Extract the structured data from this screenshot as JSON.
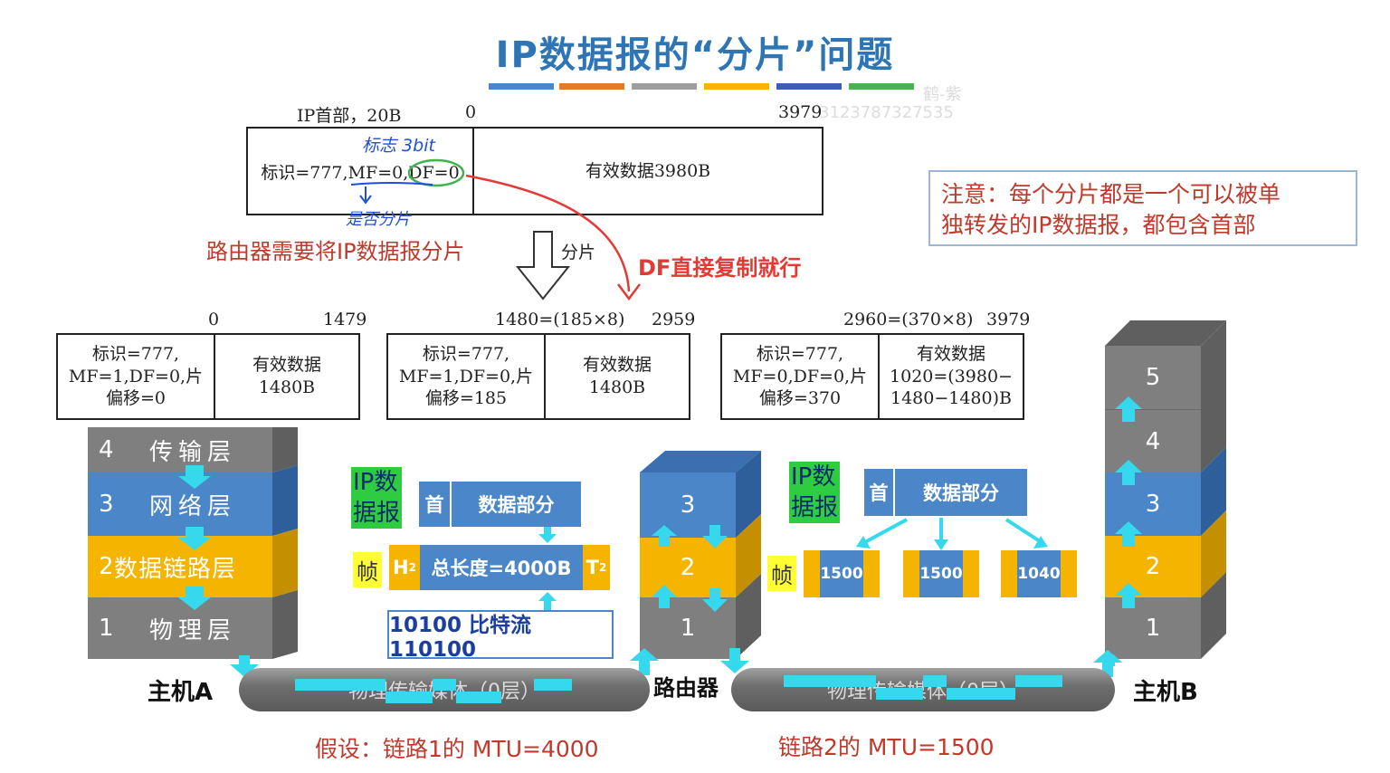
{
  "title": "IP数据报的“分片”问题",
  "watermark": {
    "line1": "鹤-紫",
    "line2": "3123787327535"
  },
  "stripe_colors": [
    "#4a86c8",
    "#e07b29",
    "#9e9e9e",
    "#f5b400",
    "#3a5fb0",
    "#4caf50"
  ],
  "original": {
    "header_label": "IP首部，20B",
    "offset_start": "0",
    "offset_end": "3979",
    "header_text": "标识=777,MF=0,DF=0",
    "data_text": "有效数据3980B",
    "handwritten_top": "标志 3bit",
    "handwritten_bottom": "是否分片"
  },
  "router_note": "路由器需要将IP数据报分片",
  "arrow_label": "分片",
  "df_note": "DF直接复制就行",
  "note": {
    "line1": "注意：每个分片都是一个可以被单",
    "line2": "独转发的IP数据报，都包含首部"
  },
  "fragments": [
    {
      "off_left": "0",
      "off_right": "1479",
      "h1": "标识=777,",
      "h2": "MF=1,DF=0,片",
      "h3": "偏移=0",
      "d1": "有效数据",
      "d2": "1480B",
      "d3": ""
    },
    {
      "off_left": "1480=(185×8)",
      "off_right": "2959",
      "h1": "标识=777,",
      "h2": "MF=1,DF=0,片",
      "h3": "偏移=185",
      "d1": "有效数据",
      "d2": "1480B",
      "d3": ""
    },
    {
      "off_left": "2960=(370×8)",
      "off_right": "3979",
      "h1": "标识=777,",
      "h2": "MF=0,DF=0,片",
      "h3": "偏移=370",
      "d1": "有效数据",
      "d2": "1020=(3980−",
      "d3": "1480−1480)B"
    }
  ],
  "host_a": {
    "label": "主机A",
    "layers": [
      {
        "num": "4",
        "name": "传输层"
      },
      {
        "num": "3",
        "name": "网络层"
      },
      {
        "num": "2",
        "name": "数据链路层"
      },
      {
        "num": "1",
        "name": "物理层"
      }
    ]
  },
  "router": {
    "label": "路由器",
    "layers": [
      "3",
      "2",
      "1"
    ]
  },
  "host_b": {
    "label": "主机B",
    "layers": [
      "5",
      "4",
      "3",
      "2",
      "1"
    ]
  },
  "left_diagram": {
    "ip_tag_1": "IP数",
    "ip_tag_2": "据报",
    "head": "首",
    "data": "数据部分",
    "frame_tag": "帧",
    "h": "H",
    "h_sub": "2",
    "total": "总长度=4000B",
    "t": "T",
    "t_sub": "2",
    "bits": "10100 比特流 110100"
  },
  "right_diagram": {
    "ip_tag_1": "IP数",
    "ip_tag_2": "据报",
    "head": "首",
    "data": "数据部分",
    "frame_tag": "帧",
    "frags": [
      "1500",
      "1500",
      "1040"
    ]
  },
  "pipe_label": "物理传输媒体（0层）",
  "mtu1": "假设：链路1的 MTU=4000",
  "mtu2": "链路2的 MTU=1500"
}
